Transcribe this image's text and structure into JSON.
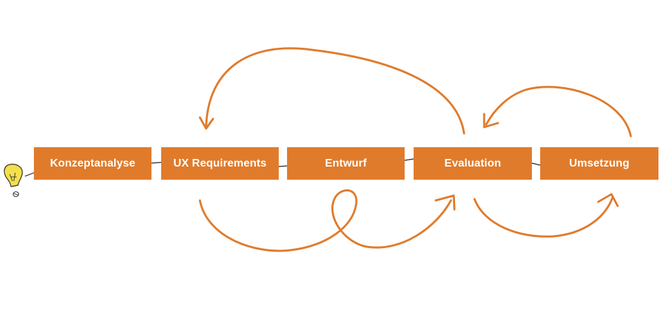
{
  "diagram": {
    "stages": [
      {
        "label": "Konzeptanalyse"
      },
      {
        "label": "UX Requirements"
      },
      {
        "label": "Entwurf"
      },
      {
        "label": "Evaluation"
      },
      {
        "label": "Umsetzung"
      }
    ],
    "icon": "lightbulb-icon",
    "colors": {
      "stage_fill": "#e07b2c",
      "stage_text": "#ffffff",
      "arrow": "#e07b2c",
      "connector": "#222222",
      "bulb": "#f4e04d"
    }
  }
}
